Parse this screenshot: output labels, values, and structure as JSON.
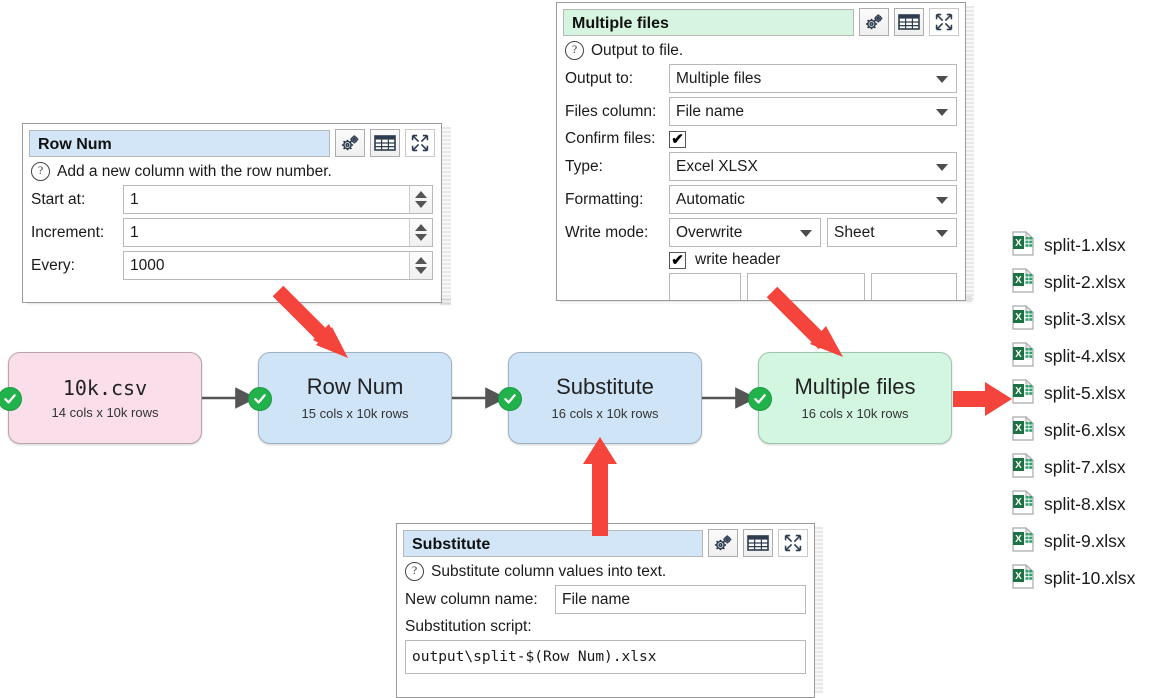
{
  "colors": {
    "accent_red": "#f44336",
    "node_pink": "#fadeea",
    "node_blue": "#cfe4f7",
    "node_green": "#d3f6e1",
    "tick_green": "#22b24c",
    "title_blue": "#d2e6f7",
    "title_green": "#d6f5e0",
    "excel_green": "#1e7145"
  },
  "panels": {
    "row_num": {
      "title": "Row Num",
      "help_icon": "question-icon",
      "description": "Add a new column with the row number.",
      "header_buttons": [
        "gears-icon",
        "table-icon",
        "expand-icon"
      ],
      "fields": [
        {
          "label": "Start at:",
          "value": "1",
          "control": "spinbox"
        },
        {
          "label": "Increment:",
          "value": "1",
          "control": "spinbox"
        },
        {
          "label": "Every:",
          "value": "1000",
          "control": "spinbox"
        }
      ]
    },
    "multiple_files": {
      "title": "Multiple files",
      "help_icon": "question-icon",
      "description": "Output to file.",
      "header_buttons": [
        "gears-icon",
        "table-icon",
        "expand-icon"
      ],
      "fields": [
        {
          "label": "Output to:",
          "value": "Multiple files",
          "control": "combobox"
        },
        {
          "label": "Files column:",
          "value": "File name",
          "control": "combobox"
        },
        {
          "label": "Confirm files:",
          "value": "✔",
          "control": "checkbox",
          "checked": true
        },
        {
          "label": "Type:",
          "value": "Excel XLSX",
          "control": "combobox"
        },
        {
          "label": "Formatting:",
          "value": "Automatic",
          "control": "combobox"
        },
        {
          "label": "Write mode:",
          "value": "Overwrite",
          "value2": "Sheet",
          "control": "combobox-pair"
        }
      ],
      "write_header": {
        "label": "write header",
        "checked": true,
        "mark": "✔"
      }
    },
    "substitute": {
      "title": "Substitute",
      "help_icon": "question-icon",
      "description": "Substitute column values into text.",
      "header_buttons": [
        "gears-icon",
        "table-icon",
        "expand-icon"
      ],
      "new_column_label": "New column name:",
      "new_column_value": "File name",
      "script_label": "Substitution script:",
      "script_value": "output\\split-$(Row Num).xlsx"
    }
  },
  "flow": {
    "nodes": [
      {
        "name": "10k.csv",
        "sub": "14 cols x 10k rows",
        "color": "pink",
        "status": "ok"
      },
      {
        "name": "Row Num",
        "sub": "15 cols x 10k rows",
        "color": "blue",
        "status": "ok"
      },
      {
        "name": "Substitute",
        "sub": "16 cols x 10k rows",
        "color": "blue",
        "status": "ok"
      },
      {
        "name": "Multiple files",
        "sub": "16 cols x 10k rows",
        "color": "green",
        "status": "ok"
      }
    ]
  },
  "output_files": [
    {
      "icon": "excel-file-icon",
      "name": "split-1.xlsx"
    },
    {
      "icon": "excel-file-icon",
      "name": "split-2.xlsx"
    },
    {
      "icon": "excel-file-icon",
      "name": "split-3.xlsx"
    },
    {
      "icon": "excel-file-icon",
      "name": "split-4.xlsx"
    },
    {
      "icon": "excel-file-icon",
      "name": "split-5.xlsx"
    },
    {
      "icon": "excel-file-icon",
      "name": "split-6.xlsx"
    },
    {
      "icon": "excel-file-icon",
      "name": "split-7.xlsx"
    },
    {
      "icon": "excel-file-icon",
      "name": "split-8.xlsx"
    },
    {
      "icon": "excel-file-icon",
      "name": "split-9.xlsx"
    },
    {
      "icon": "excel-file-icon",
      "name": "split-10.xlsx"
    }
  ]
}
